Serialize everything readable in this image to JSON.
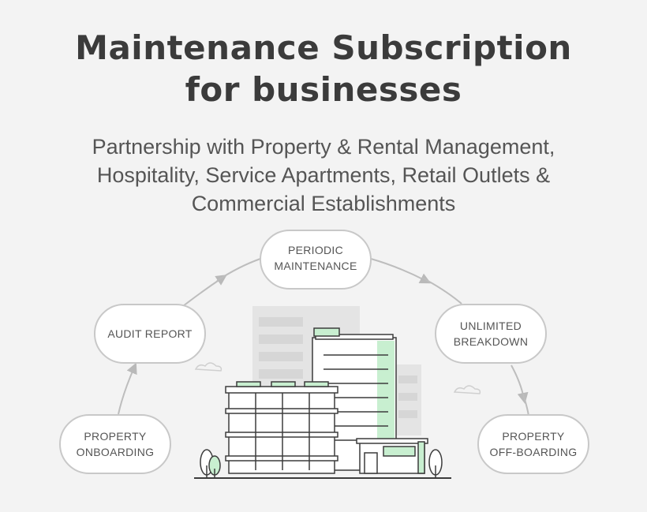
{
  "header": {
    "title_line1": "Maintenance Subscription",
    "title_line2": "for businesses",
    "subtitle_line1": "Partnership with Property & Rental Management,",
    "subtitle_line2": "Hospitality, Service Apartments, Retail Outlets &",
    "subtitle_line3": "Commercial Establishments"
  },
  "cycle": {
    "periodic": {
      "line1": "PERIODIC",
      "line2": "MAINTENANCE"
    },
    "audit": {
      "line1": "AUDIT REPORT"
    },
    "unlimited": {
      "line1": "UNLIMITED",
      "line2": "BREAKDOWN"
    },
    "onboarding": {
      "line1": "PROPERTY",
      "line2": "ONBOARDING"
    },
    "offboarding": {
      "line1": "PROPERTY",
      "line2": "OFF-BOARDING"
    }
  },
  "colors": {
    "accent": "#c8efd0",
    "outline": "#3c3c3c",
    "node_border": "#c8c8c8",
    "arrow": "#b9b9b9"
  },
  "icons": [
    "building-illustration",
    "tree-icon",
    "cloud-icon",
    "arrow-icon"
  ]
}
